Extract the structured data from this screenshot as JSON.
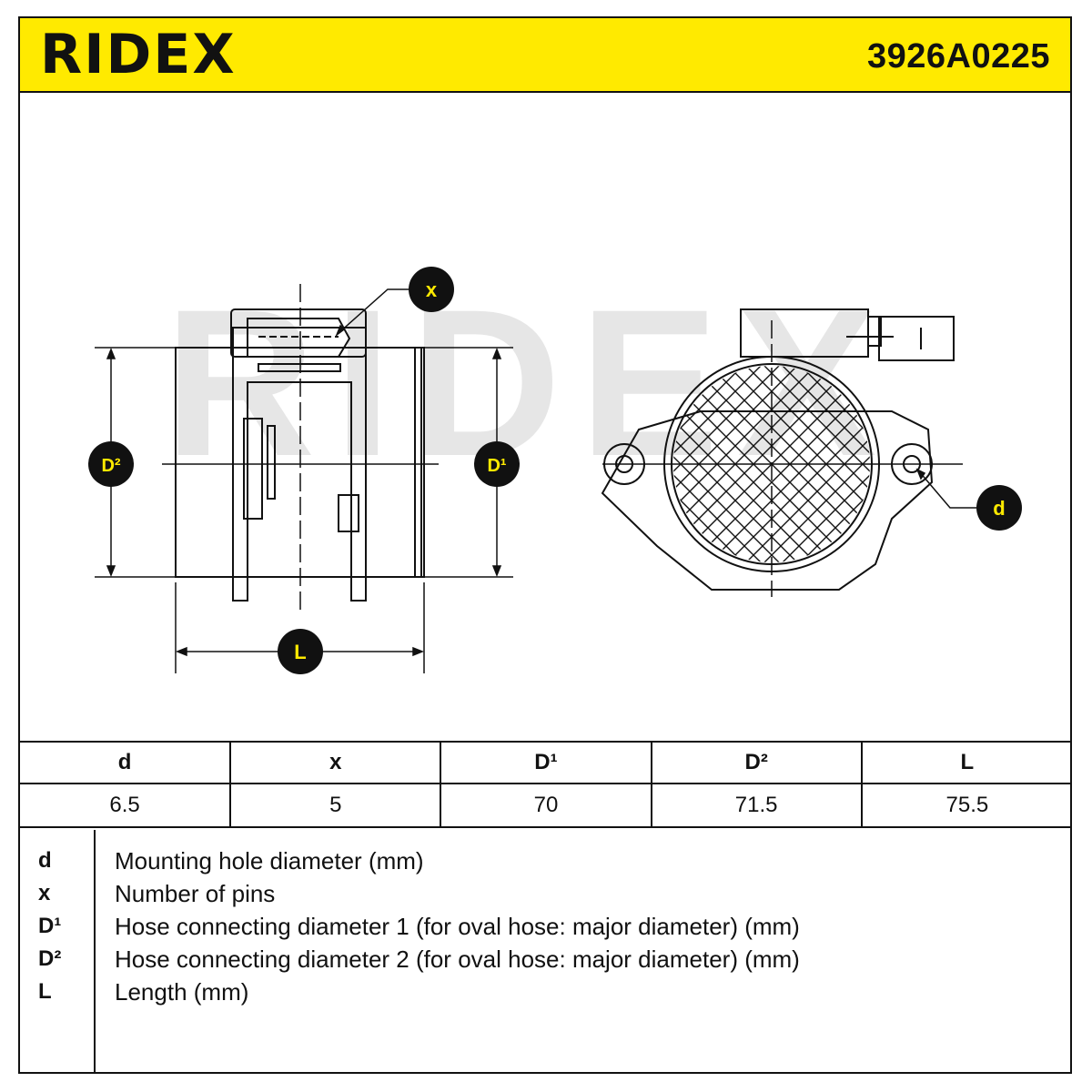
{
  "header": {
    "brand": "RIDEX",
    "part_number": "3926A0225",
    "brand_color": "#ffea00"
  },
  "drawing": {
    "watermark": "RIDEX",
    "callouts": {
      "x": "x",
      "d": "d",
      "D1": "D¹",
      "D2": "D²",
      "L": "L"
    }
  },
  "specs": {
    "headers": [
      "d",
      "x",
      "D¹",
      "D²",
      "L"
    ],
    "values": [
      "6.5",
      "5",
      "70",
      "71.5",
      "75.5"
    ]
  },
  "legend": [
    {
      "symbol": "d",
      "description": "Mounting hole diameter (mm)"
    },
    {
      "symbol": "x",
      "description": "Number of pins"
    },
    {
      "symbol": "D¹",
      "description": "Hose connecting diameter 1 (for oval hose: major diameter) (mm)"
    },
    {
      "symbol": "D²",
      "description": "Hose connecting diameter 2 (for oval hose: major diameter) (mm)"
    },
    {
      "symbol": "L",
      "description": "Length (mm)"
    }
  ]
}
